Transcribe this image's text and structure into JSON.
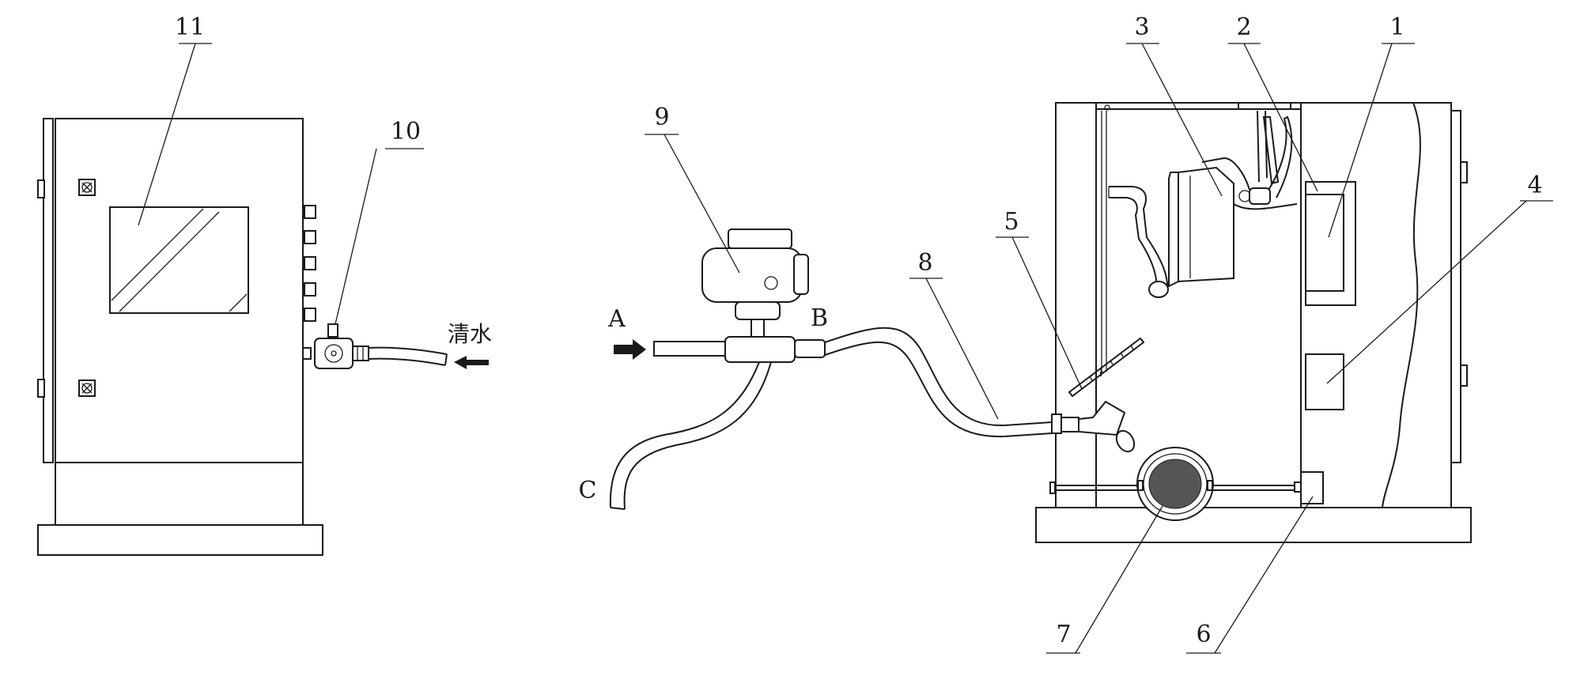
{
  "callouts": {
    "n1": "1",
    "n2": "2",
    "n3": "3",
    "n4": "4",
    "n5": "5",
    "n6": "6",
    "n7": "7",
    "n8": "8",
    "n9": "9",
    "n10": "10",
    "n11": "11"
  },
  "flow_labels": {
    "clean_water": "清水",
    "inlet": "A",
    "outlet": "B",
    "branch": "C"
  },
  "colors": {
    "line": "#1a1a1a",
    "background": "#ffffff"
  },
  "icons": [
    "arrow-left-icon",
    "arrow-right-icon",
    "fan-grille-icon",
    "hinge-icon"
  ]
}
